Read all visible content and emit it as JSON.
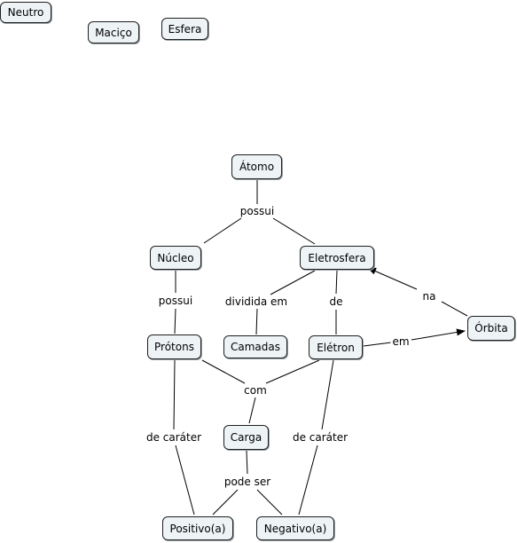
{
  "concepts": {
    "neutro": "Neutro",
    "macico": "Maciço",
    "esfera": "Esfera",
    "atomo": "Átomo",
    "nucleo": "Núcleo",
    "eletrosfera": "Eletrosfera",
    "protons": "Prótons",
    "camadas": "Camadas",
    "eletron": "Elétron",
    "orbita": "Órbita",
    "carga": "Carga",
    "positivo": "Positivo(a)",
    "negativo": "Negativo(a)"
  },
  "linking_phrases": {
    "possui_top": "possui",
    "possui_left": "possui",
    "dividida_em": "dividida em",
    "de": "de",
    "na": "na",
    "em": "em",
    "com": "com",
    "de_carater_left": "de caráter",
    "de_carater_right": "de caráter",
    "pode_ser": "pode ser"
  },
  "colors": {
    "node_fill": "#eef3f6",
    "node_border": "#1f1f1f",
    "link": "#000000"
  }
}
